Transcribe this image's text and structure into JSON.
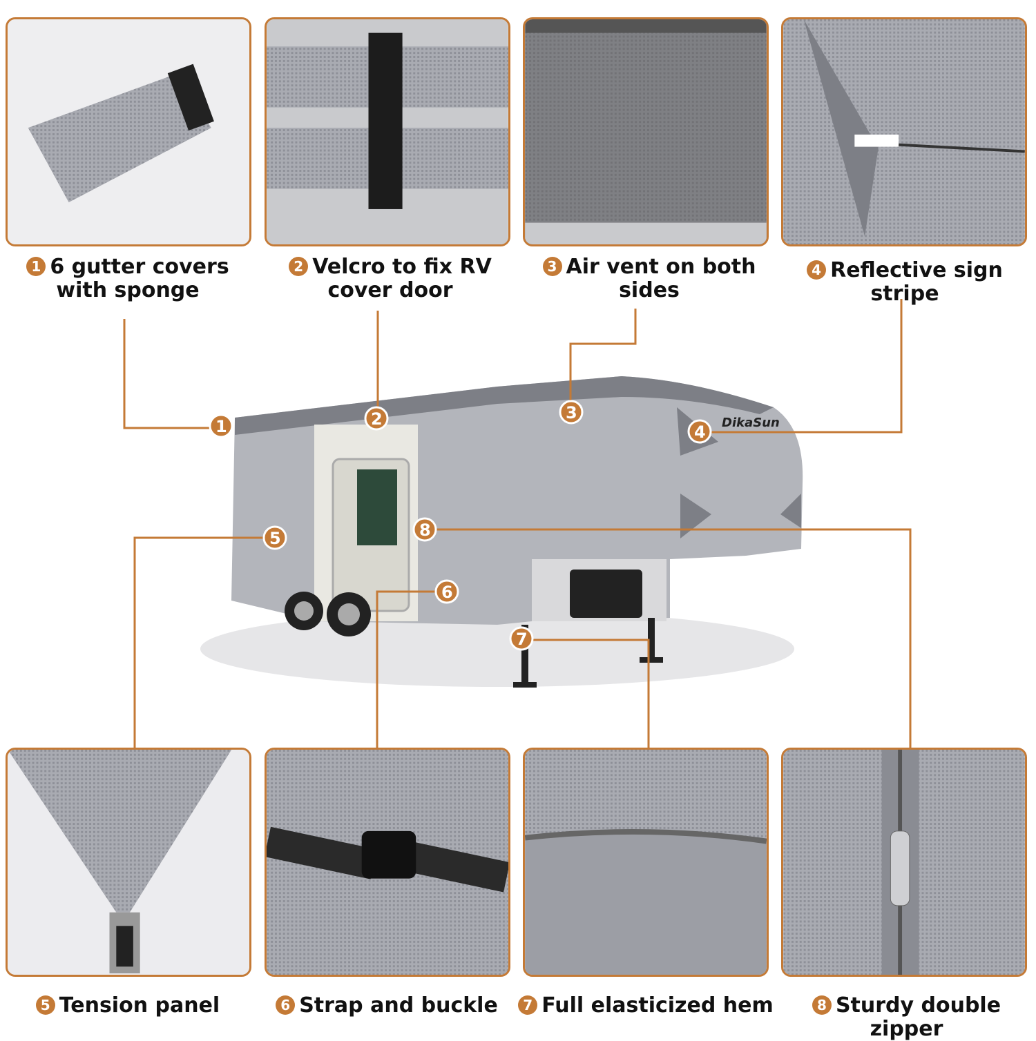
{
  "brand_logo": "DikaSun",
  "accent_color": "#c47a36",
  "features": [
    {
      "number": "1",
      "label": "6 gutter covers with sponge"
    },
    {
      "number": "2",
      "label": "Velcro to fix RV cover door"
    },
    {
      "number": "3",
      "label": "Air vent on both sides"
    },
    {
      "number": "4",
      "label": "Reflective sign stripe"
    },
    {
      "number": "5",
      "label": "Tension panel"
    },
    {
      "number": "6",
      "label": "Strap and buckle"
    },
    {
      "number": "7",
      "label": "Full elasticized hem"
    },
    {
      "number": "8",
      "label": "Sturdy double zipper"
    }
  ]
}
